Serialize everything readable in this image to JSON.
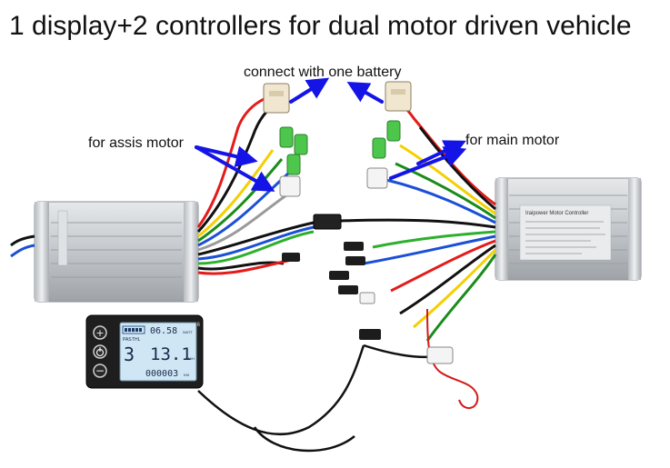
{
  "title": "1 display+2 controllers for dual motor driven vehicle",
  "labels": {
    "battery": "connect with one battery",
    "assist": "for assis motor",
    "main": "for main motor"
  },
  "controller": {
    "name": "Iraipower Motor Controller"
  },
  "display": {
    "model": "S866",
    "voltage": "06.58",
    "voltage_unit": "WATT",
    "pas_label": "PAS",
    "thl_label": "THL",
    "assist_level": "3",
    "speed": "13.1",
    "speed_unit": "KM/H",
    "odo": "000003",
    "odo_unit": "KM"
  },
  "colors": {
    "arrow": "#1414e6",
    "controller_body": "#c8ccd0",
    "lcd_screen": "#cfe6f5",
    "display_case": "#1e1e1e"
  }
}
